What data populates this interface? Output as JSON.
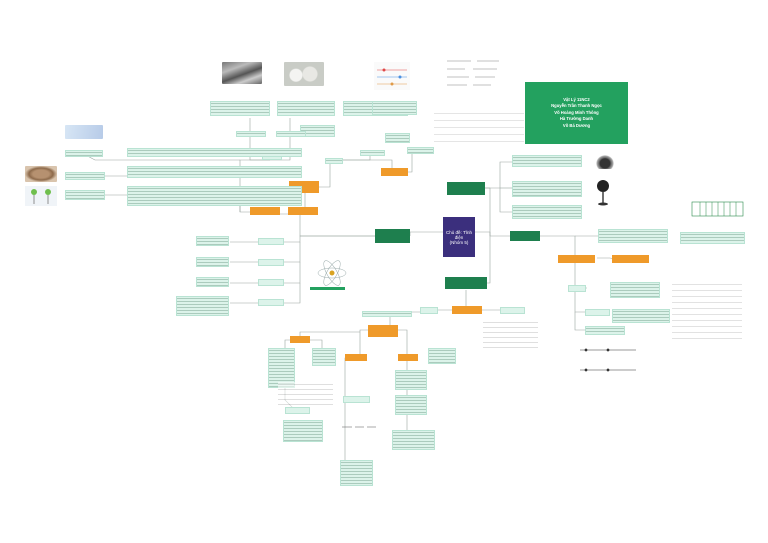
{
  "title_box": {
    "lines": [
      "Vật Lý 11NC2",
      "Nguyễn Trần Thanh Ngọc",
      "Võ Hoàng Minh Thông",
      "Hà Trường Danh",
      "Võ Bá Dương"
    ]
  },
  "central_topic": {
    "lines": [
      "Chủ đề: Tĩnh điện",
      "(Nhóm 5)"
    ]
  },
  "colors": {
    "central": "#3b2f7d",
    "title_box": "#23a15f",
    "green_node": "#1e7f4e",
    "orange_node": "#ef9a2a",
    "note_bg": "#dcf3ea",
    "connector": "#9aa5a0"
  },
  "icons": [
    "atom-diagram-icon",
    "fan-image",
    "vacuum-image",
    "pipes-image",
    "ceramics-image",
    "tree-image",
    "stone-image",
    "electroscope-image",
    "charge-line-icon",
    "capacitor-diagram-icon",
    "formula-image"
  ]
}
